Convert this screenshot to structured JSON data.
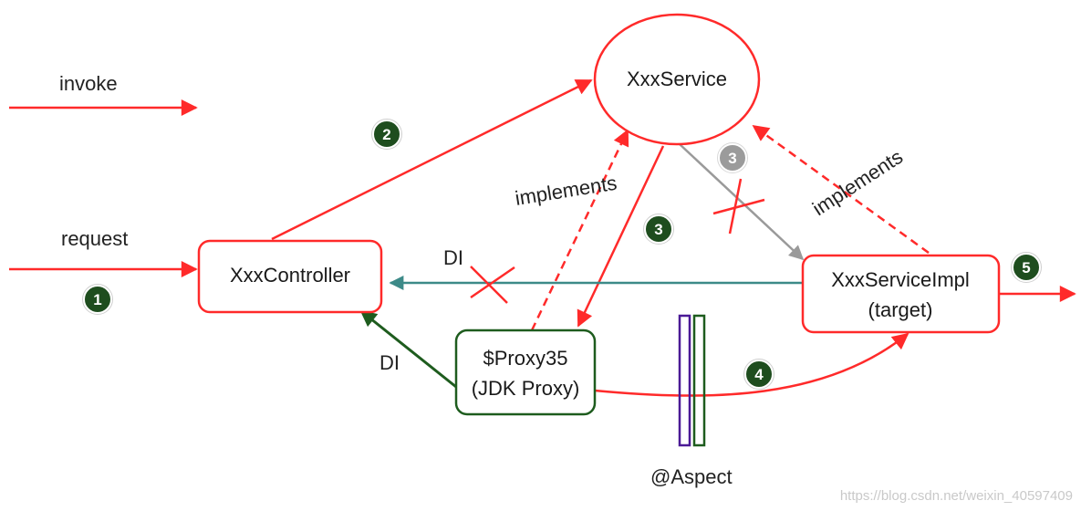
{
  "colors": {
    "invoke": "#ff2a2a",
    "implements": "#ff2a2a",
    "di_dark_green": "#1e5c1e",
    "di_teal": "#3d8a88",
    "gray_arrow": "#9a9a9a",
    "node_red": "#ff2a2a",
    "node_green": "#1e5c1e",
    "badge_green": "#1e4d1e",
    "badge_gray": "#9b9b9b",
    "aspect_purple": "#4b1a96",
    "aspect_green": "#1e5c1e"
  },
  "legend": {
    "invoke_label": "invoke"
  },
  "nodes": {
    "service": {
      "label": "XxxService"
    },
    "controller": {
      "label": "XxxController"
    },
    "proxy": {
      "line1": "$Proxy35",
      "line2": "(JDK Proxy)"
    },
    "impl": {
      "line1": "XxxServiceImpl",
      "line2": "(target)"
    }
  },
  "labels": {
    "request": "request",
    "implements_left": "implements",
    "implements_right": "implements",
    "di_top": "DI",
    "di_bottom": "DI",
    "aspect": "@Aspect"
  },
  "badges": {
    "b1": "1",
    "b2": "2",
    "b3_green": "3",
    "b3_gray": "3",
    "b4": "4",
    "b5": "5"
  },
  "watermark": "https://blog.csdn.net/weixin_40597409"
}
